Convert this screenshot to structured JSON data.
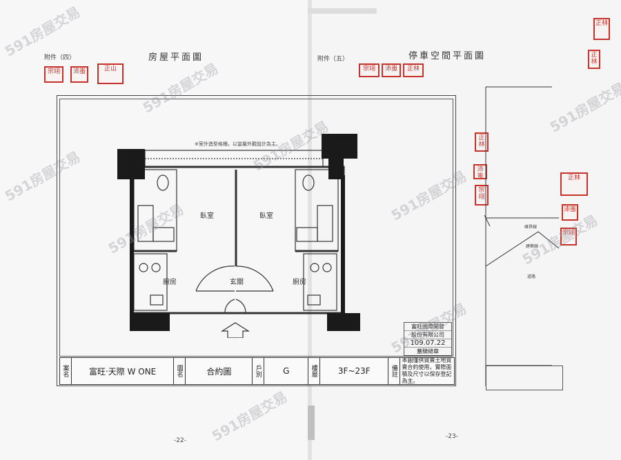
{
  "left_page": {
    "annex_label": "附件（四）",
    "title": "房屋平面圖",
    "page_number": "-22-",
    "stamp_chars": [
      "宗翊",
      "沛蚩",
      "正山"
    ],
    "note_top": "※室外造型格柵，以當層外觀設計為主。",
    "rooms": {
      "bedroom_left": "臥室",
      "bedroom_right": "臥室",
      "kitchen_left": "廚房",
      "kitchen_right": "廚房",
      "entry": "玄關"
    },
    "company_lines": [
      "富旺國際開發",
      "股份有限公司",
      "109.07.22",
      "蓋騎縫章"
    ],
    "title_block": {
      "case_label": "案名",
      "case_value": "富旺‧天際 W ONE",
      "drawing_label": "圖名",
      "drawing_value": "合約圖",
      "unit_label": "戶別",
      "unit_value": "G",
      "floor_label": "樓層",
      "floor_value": "3F~23F",
      "remark_label": "備註",
      "remark_value": "本圖僅供買賣土地買賣合約使用，實際面積及尺寸以保存登記為主。"
    }
  },
  "right_page": {
    "annex_label": "附件（五）",
    "title": "停車空間平面圖",
    "page_number": "-23-",
    "stamp_chars": [
      "宗翊",
      "沛蚩",
      "正林"
    ],
    "map_labels": [
      "確界線",
      "建築線",
      "道路"
    ]
  },
  "watermark_text": "591房屋交易",
  "colors": {
    "stamp": "#c8302a",
    "wall": "#1a1a1a",
    "paper": "#f7f7f7"
  }
}
